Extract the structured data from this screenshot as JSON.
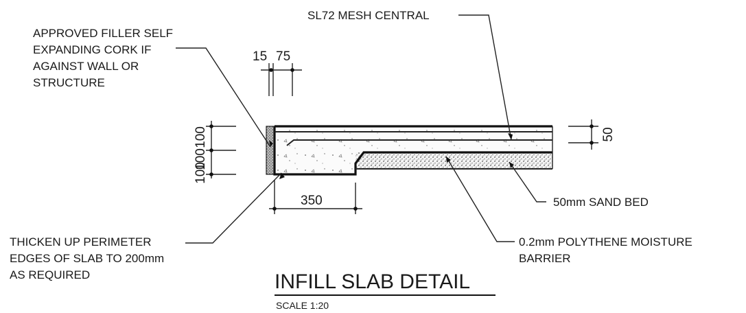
{
  "title": "INFILL SLAB DETAIL",
  "scale": "SCALE 1:20",
  "labels": {
    "mesh": "SL72 MESH CENTRAL",
    "filler": [
      "APPROVED FILLER SELF",
      "EXPANDING CORK IF",
      "AGAINST WALL OR",
      "STRUCTURE"
    ],
    "thicken": [
      "THICKEN UP PERIMETER",
      "EDGES OF SLAB TO 200mm",
      "AS REQUIRED"
    ],
    "sand": "50mm SAND BED",
    "polythene": [
      "0.2mm POLYTHENE MOISTURE",
      "BARRIER"
    ]
  },
  "dimensions": {
    "top_15": "15",
    "top_75": "75",
    "left_upper": "100",
    "left_upper2": "100",
    "left_lower": "100",
    "right_50": "50",
    "bottom_350": "350"
  }
}
